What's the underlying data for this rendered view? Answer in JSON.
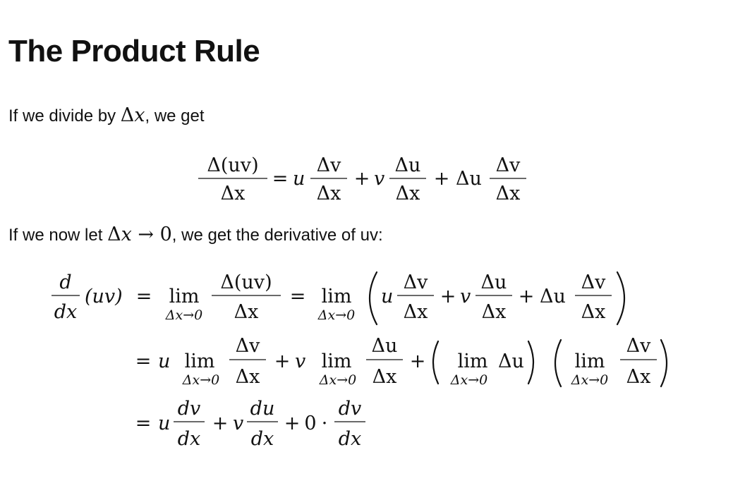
{
  "page": {
    "title": "The Product Rule"
  },
  "para1": {
    "before": "If we divide by ",
    "delta_sym": "Δ",
    "var_x": "x",
    "after": ", we get"
  },
  "para2": {
    "before": "If we now let ",
    "delta_sym": "Δ",
    "var_x": "x",
    "arrow": "→",
    "zero": "0",
    "after": ", we get the derivative of uv:"
  },
  "math": {
    "delta_uv": "Δ(uv)",
    "delta_u": "Δu",
    "delta_v": "Δv",
    "delta_x": "Δx",
    "u": "u",
    "v": "v",
    "d": "d",
    "dx": "dx",
    "du": "du",
    "dv": "dv",
    "uv_paren": "(uv)",
    "lim": "lim",
    "limit_sub": "Δx→0",
    "equals": "=",
    "plus": "+",
    "zero": "0",
    "cdot": "·"
  }
}
